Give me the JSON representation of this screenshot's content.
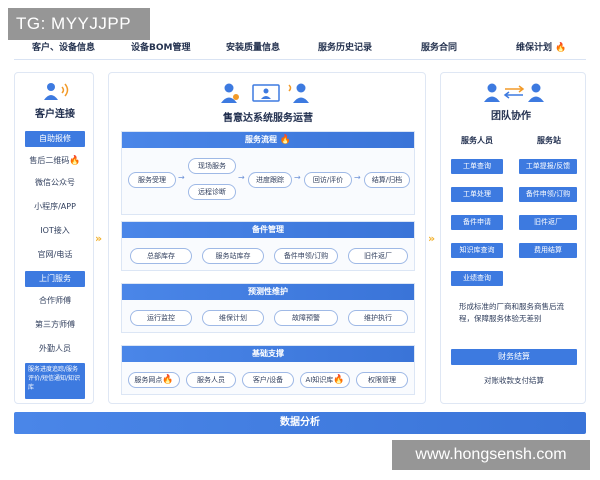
{
  "watermarks": {
    "top_left": "TG: MYYJJPP",
    "bottom_right": "www.hongsensh.com"
  },
  "top_tabs": [
    "客户、设备信息",
    "设备BOM管理",
    "安装质量信息",
    "服务历史记录",
    "服务合同",
    "维保计划"
  ],
  "left": {
    "title": "客户连接",
    "items": [
      "自助报修",
      "售后二维码",
      "微信公众号",
      "小程序/APP",
      "IOT接入",
      "官网/电话",
      "上门服务",
      "合作师傅",
      "第三方师傅",
      "外勤人员"
    ],
    "note": "服务进度追踪/服务评价/短信通知/知识库"
  },
  "center": {
    "title": "售意达系统服务运营",
    "sections": {
      "service_flow": {
        "title": "服务流程",
        "nodes": [
          "服务受理",
          "现场服务",
          "远程诊断",
          "进度跟踪",
          "回访/评价",
          "结算/归档"
        ]
      },
      "parts": {
        "title": "备件管理",
        "nodes": [
          "总部库存",
          "服务站库存",
          "备件申领/订购",
          "旧件返厂"
        ]
      },
      "predictive": {
        "title": "预测性维护",
        "nodes": [
          "运行监控",
          "维保计划",
          "故障预警",
          "维护执行"
        ]
      },
      "infra": {
        "title": "基础支撑",
        "nodes": [
          "服务网点",
          "服务人员",
          "客户/设备",
          "AI知识库",
          "权限管理"
        ]
      }
    }
  },
  "right": {
    "title": "团队协作",
    "col1_title": "服务人员",
    "col2_title": "服务站",
    "col1": [
      "工单查询",
      "工单处理",
      "备件申请",
      "知识库查询",
      "业绩查询"
    ],
    "col2": [
      "工单提报/反馈",
      "备件申领/订购",
      "旧件返厂",
      "费用结算"
    ],
    "desc": "形成标准的厂商和服务商售后流程，保障服务体验无差别",
    "finance_title": "财务结算",
    "finance_desc": "对账收款支付结算"
  },
  "bottom": {
    "title": "数据分析"
  },
  "colors": {
    "primary": "#3d7ae0",
    "accent_flame": "#f29a28",
    "chevron": "#f2b230"
  }
}
